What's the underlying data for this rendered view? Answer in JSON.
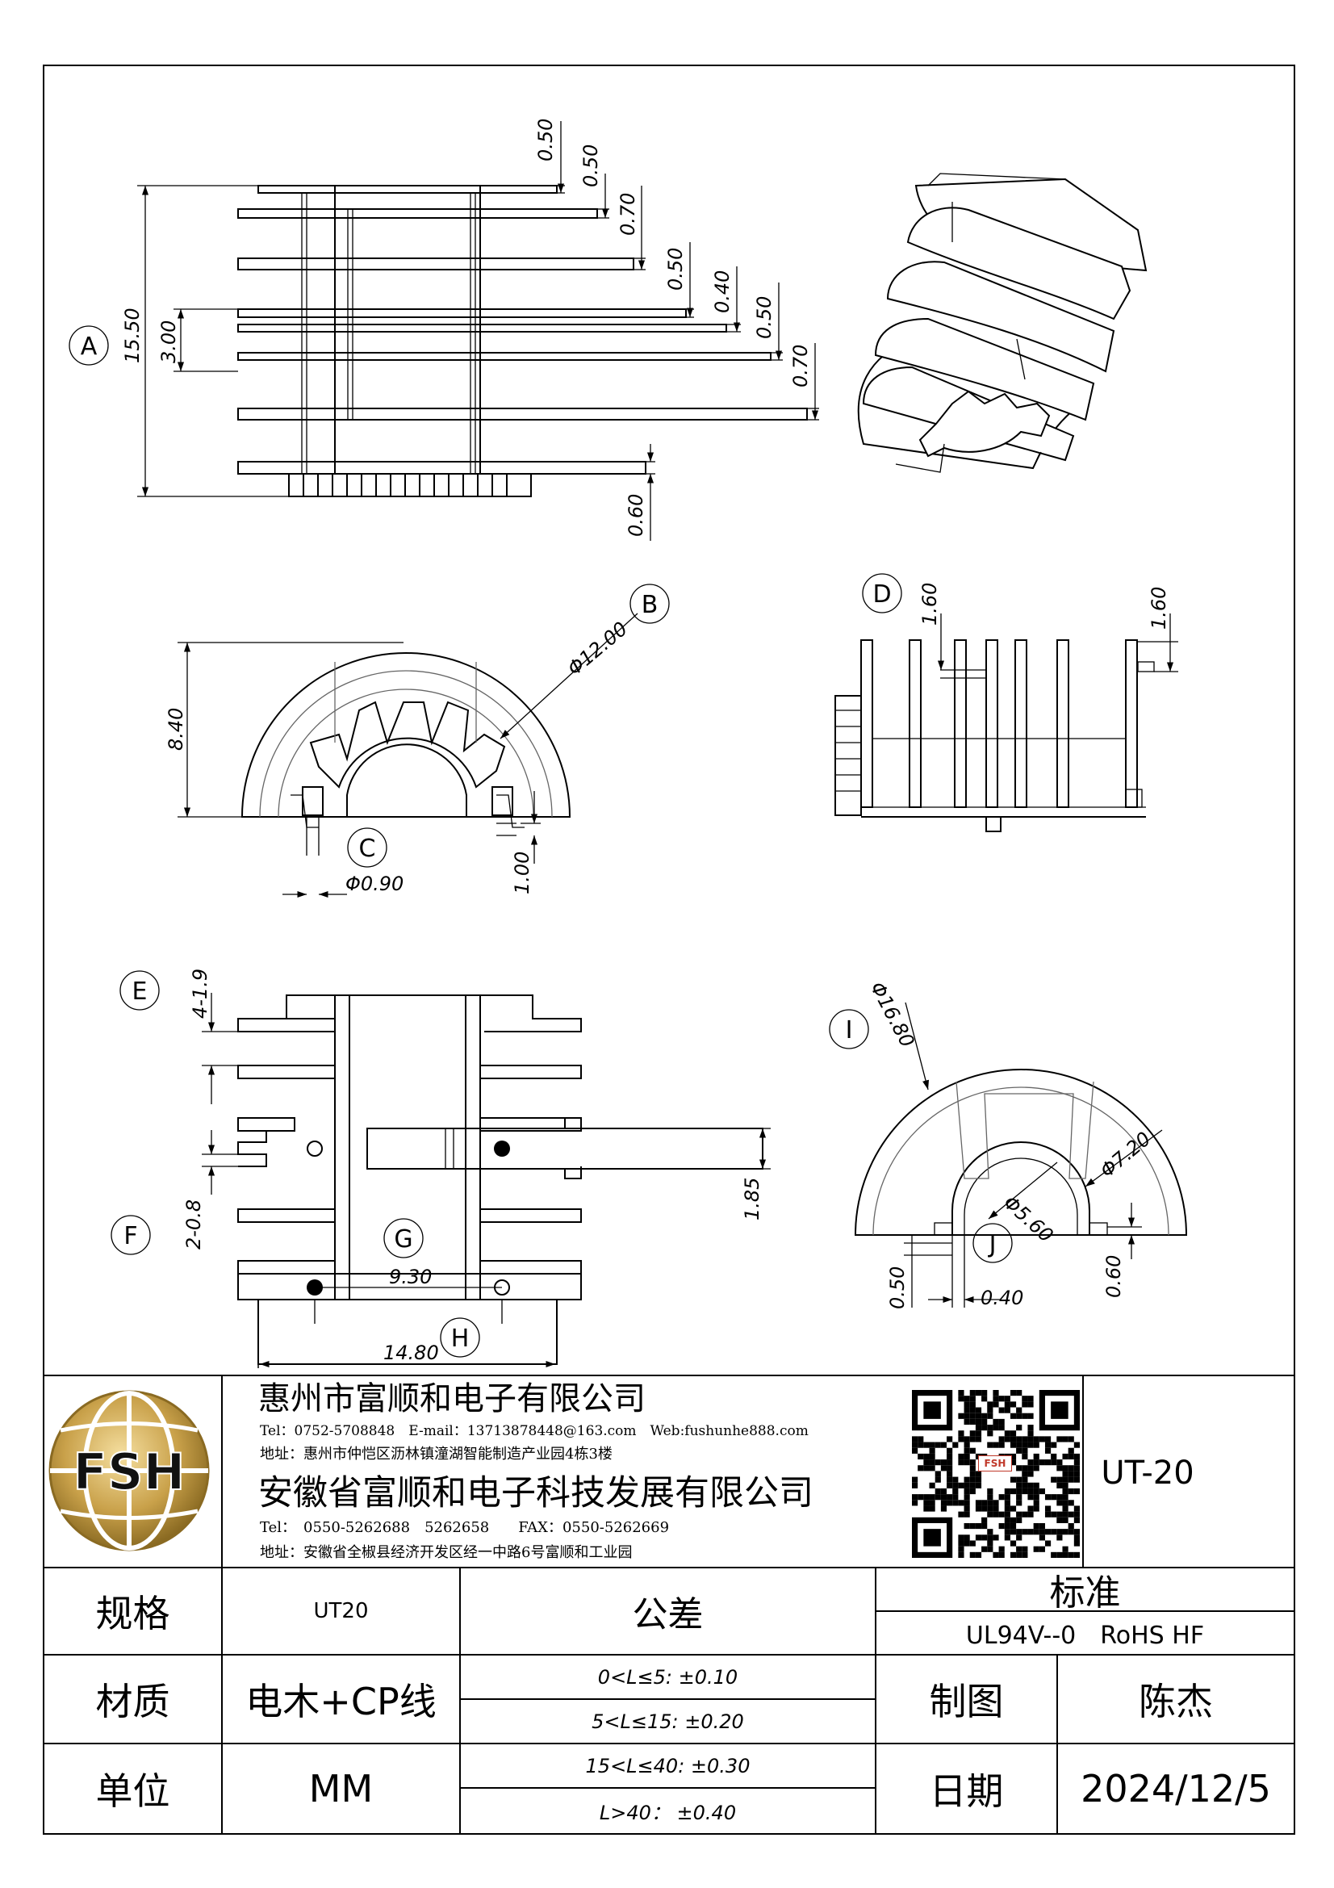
{
  "drawing": {
    "callouts": [
      "A",
      "B",
      "C",
      "D",
      "E",
      "F",
      "G",
      "H",
      "I",
      "J"
    ],
    "view_side": {
      "dims": [
        "0.50",
        "0.50",
        "0.70",
        "0.50",
        "0.40",
        "0.50",
        "0.70",
        "15.50",
        "3.00",
        "0.60"
      ]
    },
    "view_b": {
      "dims": [
        "8.40",
        "Φ12.00",
        "Φ0.90",
        "1.00"
      ]
    },
    "view_d": {
      "dims": [
        "1.60",
        "1.60"
      ]
    },
    "view_e": {
      "dims": [
        "4-1.9",
        "2-0.8",
        "1.85",
        "9.30",
        "14.80"
      ]
    },
    "view_i": {
      "dims": [
        "Φ16.80",
        "Φ7.20",
        "Φ5.60",
        "0.50",
        "0.40",
        "0.60"
      ]
    }
  },
  "title_block": {
    "logo_text": "FSH",
    "company1": {
      "name": "惠州市富顺和电子有限公司",
      "contact": "Tel：0752-5708848　E-mail：13713878448@163.com　Web:fushunhe888.com",
      "address": "地址：惠州市仲恺区沥林镇潼湖智能制造产业园4栋3楼"
    },
    "company2": {
      "name": "安徽省富顺和电子科技发展有限公司",
      "contact": "Tel：　0550-5262688　5262658　　FAX：0550-5262669",
      "address": "地址：安徽省全椒县经济开发区经一中路6号富顺和工业园"
    },
    "qr_badge": "FSH",
    "part_no": "UT-20"
  },
  "spec_table": {
    "spec_label": "规格",
    "spec_value": "UT20",
    "tolerance_label": "公差",
    "standard_label": "标准",
    "standard_value": "UL94V--0　RoHS HF",
    "material_label": "材质",
    "material_value": "电木+CP线",
    "unit_label": "单位",
    "unit_value": "MM",
    "tolerances": [
      "0<L≤5: ±0.10",
      "5<L≤15: ±0.20",
      "15<L≤40: ±0.30",
      "L>40：  ±0.40"
    ],
    "drawn_label": "制图",
    "drawn_value": "陈杰",
    "date_label": "日期",
    "date_value": "2024/12/5"
  }
}
